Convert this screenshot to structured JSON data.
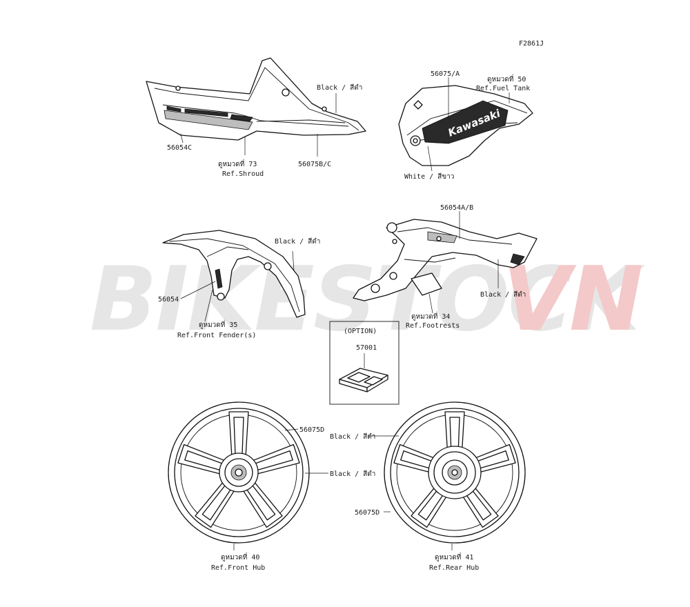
{
  "diagram_code": "F2861J",
  "watermark": {
    "left": "BIKESTOCK",
    "right": "VN",
    "left_color": "#e6e6e6",
    "right_color": "#f4c9c9"
  },
  "shroud": {
    "part_a": "56054C",
    "part_b": "56075B/C",
    "color_note": "Black / สีดำ",
    "ref_th": "ดูหมวดที่ 73",
    "ref_en": "Ref.Shroud"
  },
  "fuel_tank": {
    "part": "56075/A",
    "ref_th": "ดูหมวดที่ 50",
    "ref_en": "Ref.Fuel Tank",
    "color_note": "White / สีขาว",
    "brand_text": "Kawasaki"
  },
  "front_fender": {
    "part": "56054",
    "color_note": "Black / สีดำ",
    "ref_th": "ดูหมวดที่ 35",
    "ref_en": "Ref.Front Fender(s)"
  },
  "footrest": {
    "part": "56054A/B",
    "color_note": "Black / สีดำ",
    "ref_th": "ดูหมวดที่ 34",
    "ref_en": "Ref.Footrests"
  },
  "option_box": {
    "title": "(OPTION)",
    "part": "57001"
  },
  "front_wheel": {
    "part": "56075D",
    "color_note": "Black / สีดำ",
    "ref_th": "ดูหมวดที่ 40",
    "ref_en": "Ref.Front Hub"
  },
  "rear_wheel": {
    "part": "56075D",
    "color_note": "Black / สีดำ",
    "ref_th": "ดูหมวดที่ 41",
    "ref_en": "Ref.Rear Hub"
  }
}
